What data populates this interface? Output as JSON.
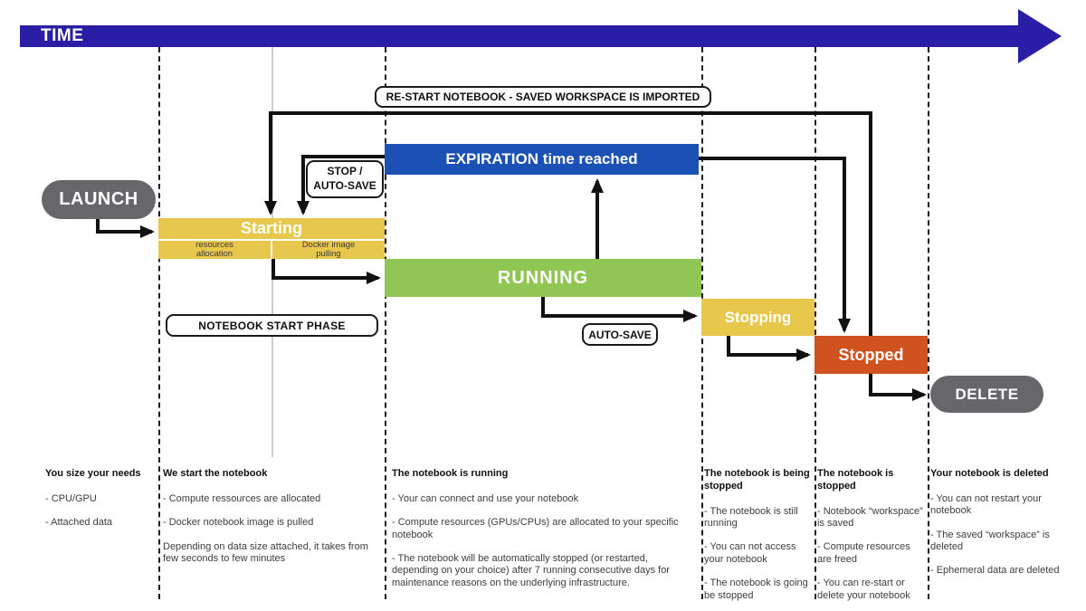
{
  "colors": {
    "time_bar": "#2a1ea6",
    "expiration_blue": "#1b51b4",
    "phase_yellow": "#e8c74d",
    "running_green": "#90c653",
    "stopped_orange": "#d0521f",
    "endpoint_gray": "#67666b",
    "arrow_black": "#111111"
  },
  "timeline": {
    "label": "TIME"
  },
  "nodes": {
    "launch": "LAUNCH",
    "starting": {
      "title": "Starting",
      "sub_left": "resources\nallocation",
      "sub_right": "Docker image\npulling"
    },
    "expiration": "EXPIRATION time reached",
    "running": "RUNNING",
    "stopping": "Stopping",
    "stopped": "Stopped",
    "delete": "DELETE"
  },
  "labels": {
    "restart": "RE-START NOTEBOOK - SAVED WORKSPACE IS IMPORTED",
    "stop_autosave": "STOP /\nAUTO-SAVE",
    "notebook_start_phase": "NOTEBOOK START PHASE",
    "autosave": "AUTO-SAVE"
  },
  "columns": [
    {
      "heading": "You size your needs",
      "items": [
        "- CPU/GPU",
        "- Attached data"
      ]
    },
    {
      "heading": "We start the notebook",
      "items": [
        "- Compute ressources are allocated",
        "- Docker notebook image is pulled",
        "Depending on data size attached, it takes from few seconds to few minutes"
      ]
    },
    {
      "heading": "The notebook is running",
      "items": [
        "- Your can connect and use your notebook",
        "- Compute resources (GPUs/CPUs) are allocated to your specific notebook",
        "- The notebook will be automatically stopped (or restarted, depending on your choice) after 7 running consecutive days for maintenance reasons on the underlying infrastructure."
      ]
    },
    {
      "heading": "The notebook is being stopped",
      "items": [
        "- The notebook is still running",
        "- You can not access your notebook",
        "- The notebook is going be stopped"
      ]
    },
    {
      "heading": "The notebook is stopped",
      "items": [
        "- Notebook “workspace” is saved",
        "- Compute resources are freed",
        "- You can re-start or delete your notebook"
      ]
    },
    {
      "heading": "Your notebook is deleted",
      "items": [
        "- You can not restart your notebook",
        "- The saved “workspace” is deleted",
        "- Ephemeral data are deleted"
      ]
    }
  ]
}
